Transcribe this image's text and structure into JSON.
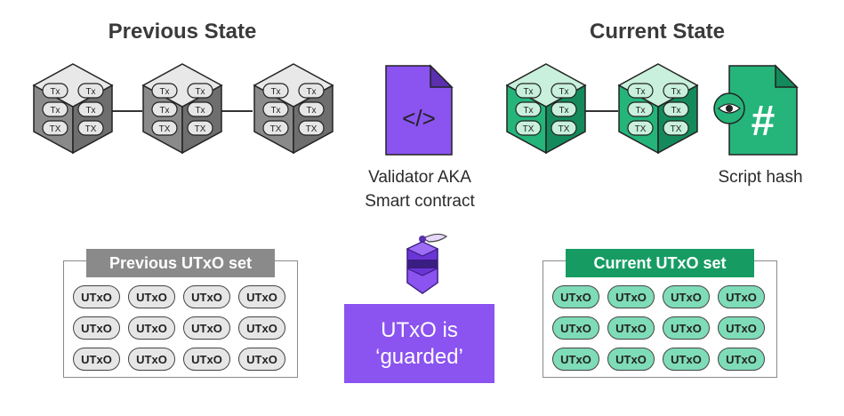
{
  "headings": {
    "previous": "Previous State",
    "current": "Current State"
  },
  "block_tx_labels": [
    "Tx",
    "Tx",
    "Tx",
    "Tx",
    "TX",
    "TX"
  ],
  "validator": {
    "icon": "code-document-icon",
    "glyph": "</>",
    "line1": "Validator AKA",
    "line2": "Smart contract"
  },
  "script_hash": {
    "icon": "hash-document-icon",
    "eye_icon": "eye-icon",
    "glyph": "#",
    "label": "Script hash"
  },
  "previous_set": {
    "title": "Previous UTxO set",
    "items": [
      "UTxO",
      "UTxO",
      "UTxO",
      "UTxO",
      "UTxO",
      "UTxO",
      "UTxO",
      "UTxO",
      "UTxO",
      "UTxO",
      "UTxO",
      "UTxO"
    ]
  },
  "current_set": {
    "title": "Current UTxO set",
    "items": [
      "UTxO",
      "UTxO",
      "UTxO",
      "UTxO",
      "UTxO",
      "UTxO",
      "UTxO",
      "UTxO",
      "UTxO",
      "UTxO",
      "UTxO",
      "UTxO"
    ]
  },
  "guard": {
    "icon": "guard-helmet-icon",
    "line1": "UTxO is",
    "line2": "‘guarded’"
  },
  "colors": {
    "gray_dark": "#6e6e6e",
    "gray_mid": "#8a8a8a",
    "gray_light": "#e8e8e8",
    "green_dark": "#148a5a",
    "green_mid": "#25b47a",
    "green_light": "#c8f0dc",
    "purple": "#8b53f0",
    "green_title": "#169c63"
  }
}
